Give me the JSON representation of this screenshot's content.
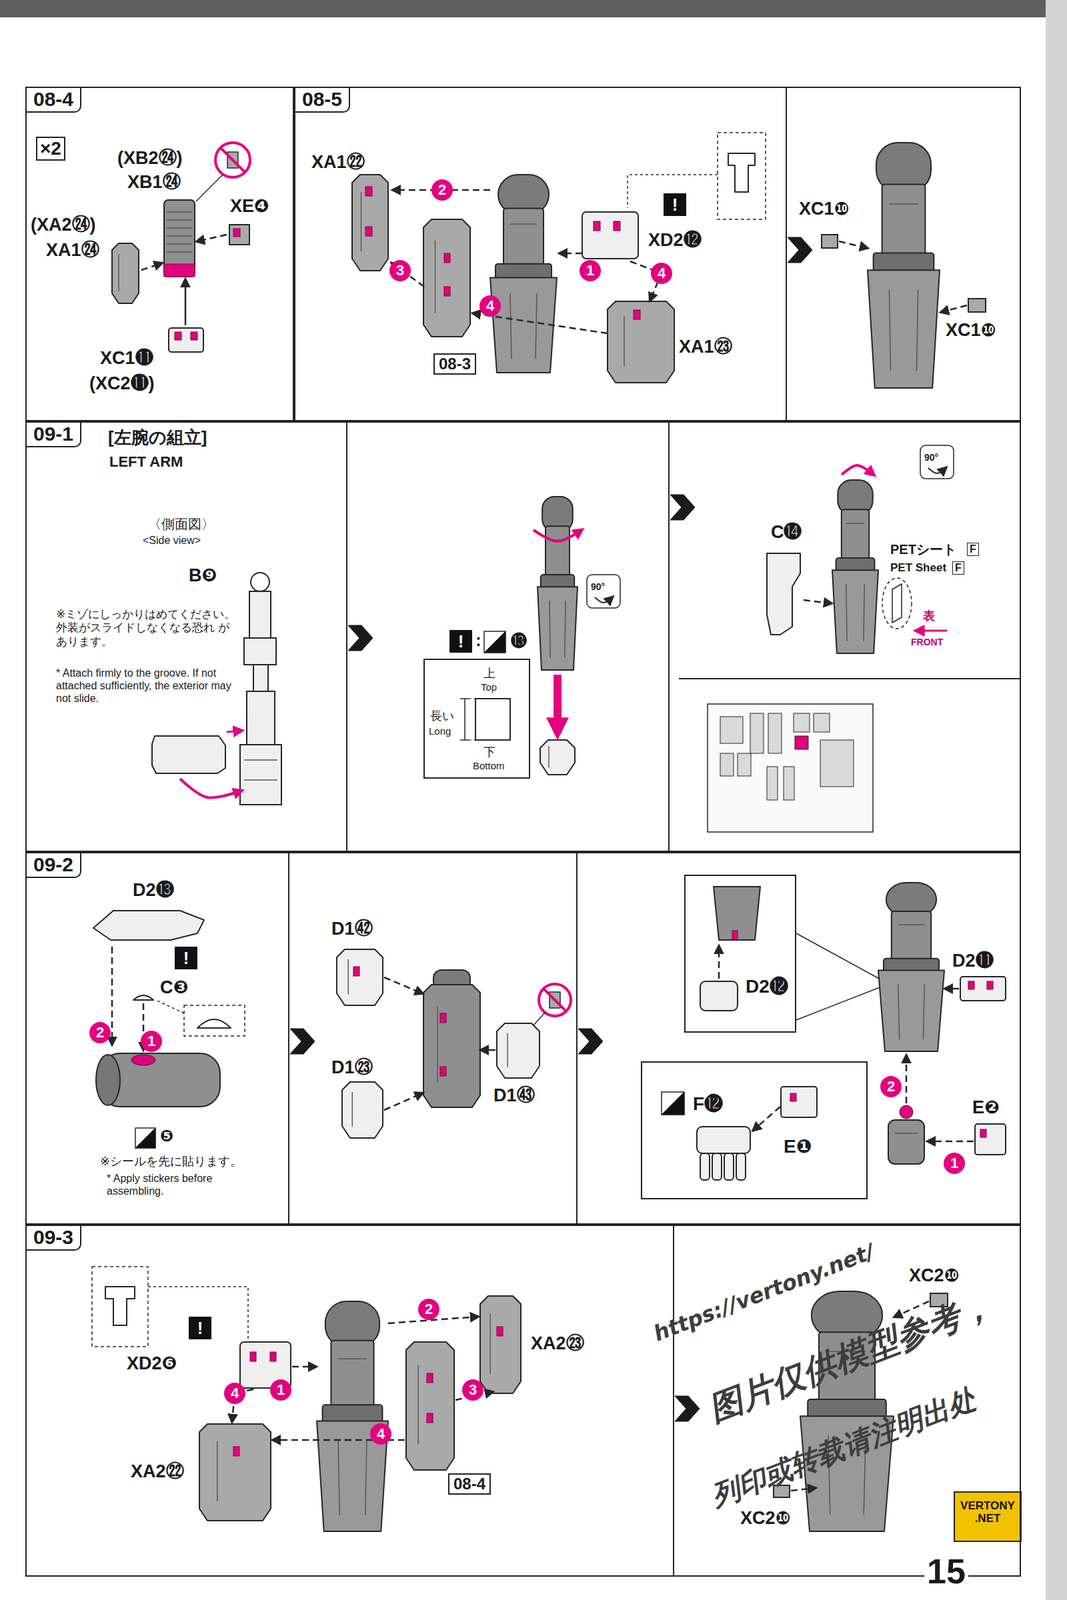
{
  "diagram": {
    "nodes": [
      {
        "text": [
          "08-4"
        ]
      },
      {
        "text": [
          "08-5"
        ]
      },
      {
        "text": [
          "08-3"
        ],
        "in": 1
      },
      {
        "text": [
          "09-1",
          "[左腕の組立]",
          "LEFT ARM"
        ]
      },
      {
        "text": [
          "上",
          "Top",
          "長い",
          "Long",
          "下",
          "Bottom"
        ],
        "in": 3
      },
      {
        "text": [
          "09-2"
        ]
      },
      {
        "text": [
          "D2⓬"
        ],
        "in": 5
      },
      {
        "text": [
          "F⓬",
          "E❶"
        ],
        "in": 5
      },
      {
        "text": [
          "09-3"
        ]
      },
      {
        "text": [
          "08-4"
        ],
        "in": 8
      }
    ],
    "labels": [
      "×2",
      "(XB2㉔)",
      "XB1㉔",
      "XE❹",
      "(XA2㉔)",
      "XA1㉔",
      "XC1⓫",
      "(XC2⓫)",
      "XA1㉒",
      "2",
      "1",
      "3",
      "4",
      "4",
      "!",
      "XD2⓬",
      "XA1㉓",
      "XC1❿",
      "XC1❿",
      "〈側面図〉",
      "<Side view>",
      "B❾",
      "※ミゾにしっかりはめてください。 外装がスライドしなくなる恐れ があります。",
      "* Attach firmly to the groove. If not attached sufficiently, the exterior may not slide.",
      "!",
      ":",
      "⓭",
      "90°",
      "90°",
      "C⓮",
      "PETシート",
      "F",
      "PET Sheet",
      "F",
      "表",
      "FRONT",
      "D2⓭",
      "!",
      "C❸",
      "2",
      "1",
      "❺",
      "※シールを先に貼ります。",
      "* Apply stickers before assembling.",
      "D1㊷",
      "D1㉓",
      "D1㊸",
      "D2⓫",
      "E❷",
      "2",
      "1",
      "!",
      "XD2❻",
      "1",
      "2",
      "3",
      "4",
      "4",
      "XA2㉓",
      "XA2㉒",
      "XC2❿",
      "XC2❿",
      "https://vertony.net/",
      "图片仅供模型参考，",
      "列印或转载请注明出处",
      "VERTONY .NET",
      "15"
    ]
  }
}
